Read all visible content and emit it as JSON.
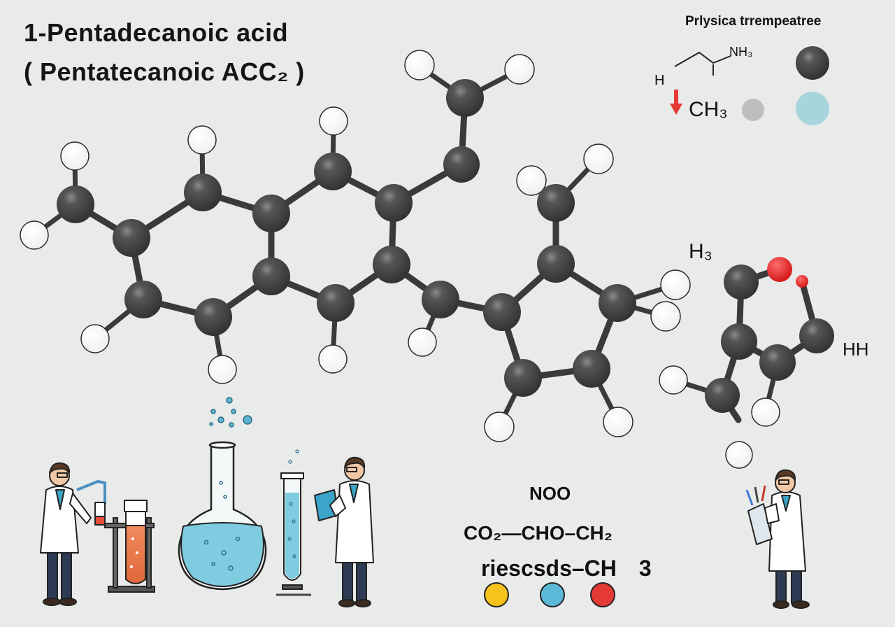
{
  "title": {
    "line1": "1-Pentadecanoic  acid",
    "line2": "( Pentatecanoic ACC₂ )"
  },
  "legend": {
    "title": "Prlysica trrempeatree",
    "nh_label": "NH₃",
    "h_label": "H",
    "ch3_label": "CH₃",
    "arrow_color": "#e53935",
    "swatches": [
      "#4a4a4a",
      "#bdbdbd",
      "#a8d4dc"
    ]
  },
  "molecule": {
    "atom_label_h3": "H₃",
    "atom_label_hh": "HH",
    "carbon_color": "#3f3f3f",
    "hydrogen_color": "#ffffff",
    "oxygen_color": "#e02020"
  },
  "formulas": {
    "line1": "NOO",
    "line2": "CO₂—CHO–CH₂",
    "line3": "riescsds–CH 3",
    "dot_colors": [
      "#f6c21b",
      "#5bb8d6",
      "#e53935"
    ]
  }
}
